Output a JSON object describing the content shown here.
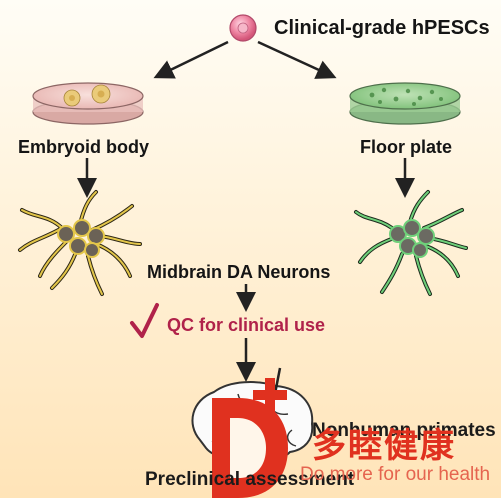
{
  "diagram": {
    "source": {
      "label": "Clinical-grade hPESCs",
      "icon": "stem-cell-icon"
    },
    "branches": [
      {
        "label": "Embryoid body",
        "dish_icon": "embryoid-body-dish-icon",
        "neuron_icon": "yellow-neurons-icon"
      },
      {
        "label": "Floor plate",
        "dish_icon": "floor-plate-dish-icon",
        "neuron_icon": "green-neurons-icon"
      }
    ],
    "merge_label": "Midbrain DA Neurons",
    "qc": {
      "label": "QC for clinical use",
      "icon": "checkmark-icon"
    },
    "transplant": {
      "label": "Nonhuman primates",
      "icon": "brain-injection-icon"
    },
    "final_label": "Preclinical assessment"
  },
  "watermark": {
    "name": "多睦健康",
    "slogan": "Do more for our health",
    "logo_icon": "d-plus-logo-icon",
    "color": "#e0311f"
  },
  "colors": {
    "background_top": "#fffdf6",
    "background_bottom": "#ffe4b8",
    "qc_text": "#b0224a",
    "cell_pink": "#f08aa6",
    "neuron_yellow": "#e3c64a",
    "neuron_green": "#6fd07a"
  }
}
